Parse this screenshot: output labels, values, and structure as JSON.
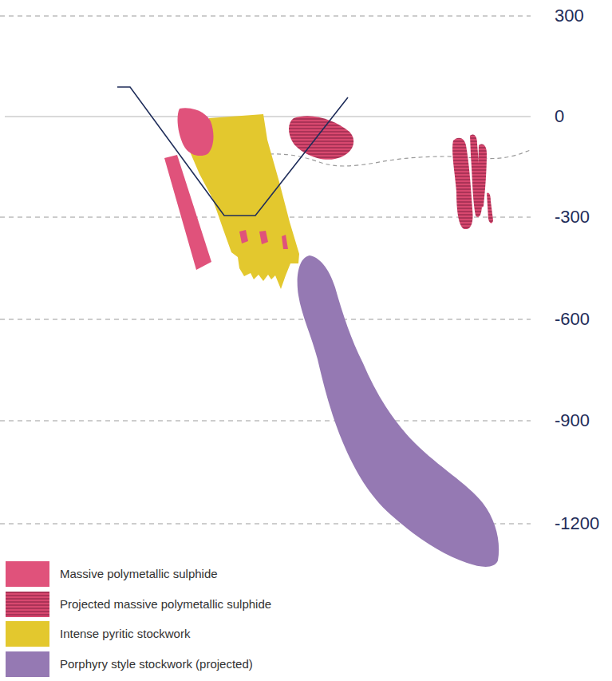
{
  "diagram": {
    "labels": [
      "300",
      "0",
      "-300",
      "-600",
      "-900",
      "-1200"
    ],
    "legend": [
      {
        "text": "Massive polymetallic sulphide",
        "color": "#e0527b"
      },
      {
        "text": "Projected massive polymetallic sulphide"
      },
      {
        "text": "Intense pyritic stockwork",
        "color": "#e3c82e"
      },
      {
        "text": "Porphyry style stockwork (projected)",
        "color": "#9579b3"
      }
    ]
  }
}
